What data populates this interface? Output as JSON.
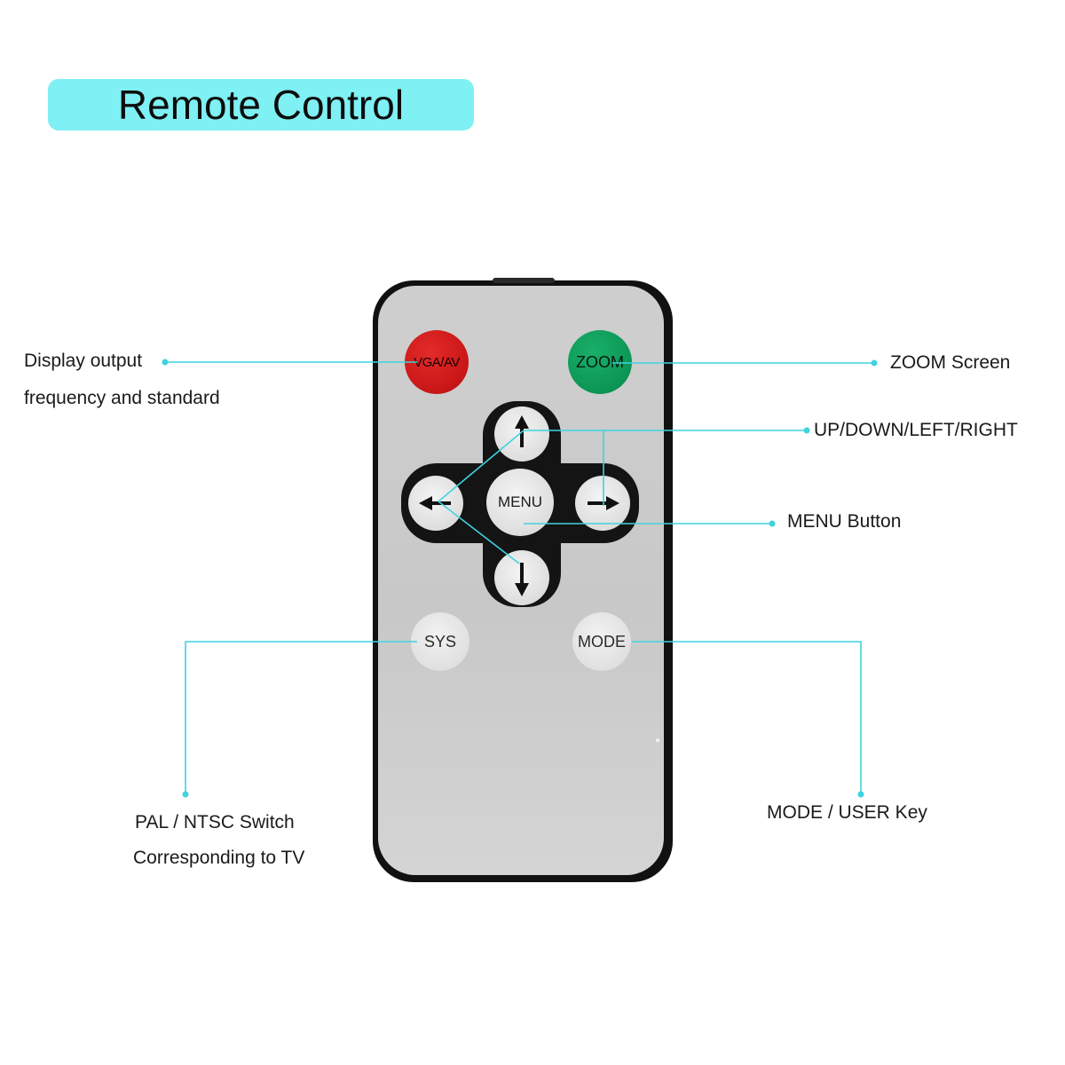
{
  "title": "Remote Control",
  "remote": {
    "buttons": {
      "vga_av": "VGA/AV",
      "zoom": "ZOOM",
      "menu": "MENU",
      "sys": "SYS",
      "mode": "MODE"
    },
    "colors": {
      "vga_av": "#c81616",
      "zoom": "#0c9554",
      "body": "#c8c8c8",
      "frame": "#111111"
    }
  },
  "callouts": {
    "display_line1": "Display output",
    "display_line2": "frequency and standard",
    "zoom": "ZOOM Screen",
    "directions": "UP/DOWN/LEFT/RIGHT",
    "menu": "MENU Button",
    "pal_line1": "PAL / NTSC Switch",
    "pal_line2": "Corresponding to TV",
    "mode": "MODE / USER Key"
  },
  "accent_color": "#3fd3e0",
  "title_background": "#7ff0f3"
}
